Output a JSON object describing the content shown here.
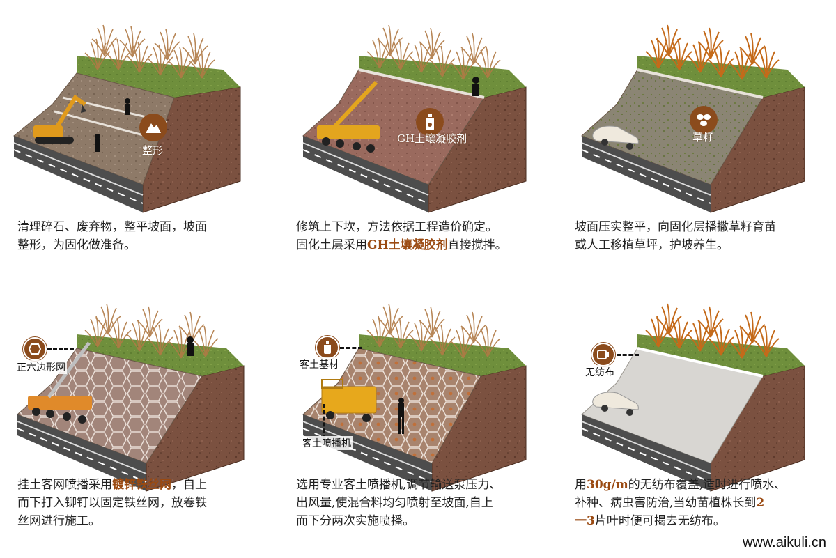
{
  "panels": [
    {
      "badge_label": "整形",
      "badge_icon": "slope-icon",
      "caption_lines": [
        {
          "text": "清理碎石、废弃物，整平坡面，坡面"
        },
        {
          "text": "整形，为固化做准备。"
        }
      ]
    },
    {
      "badge_label": "GH土壤凝胶剂",
      "badge_icon": "bottle-icon",
      "caption_line1": "修筑上下坎，方法依据工程造价确定。",
      "caption_line2_pre": "固化土层采用",
      "caption_line2_hl": "GH土壤凝胶剂",
      "caption_line2_post": "直接搅拌。"
    },
    {
      "badge_label": "草籽",
      "badge_icon": "seed-icon",
      "caption_lines": [
        {
          "text": "坡面压实整平，向固化层播撒草籽育苗"
        },
        {
          "text": "或人工移植草坪，护坡养生。"
        }
      ]
    },
    {
      "side_label": "正六边形网",
      "side_icon": "hexagon-icon",
      "caption_line1_pre": "挂土客网喷播采用",
      "caption_line1_hl": "镀锌铁丝网",
      "caption_line1_post": "，自上",
      "caption_line2": "而下打入铆钉以固定铁丝网，放卷铁",
      "caption_line3": "丝网进行施工。"
    },
    {
      "side_label_top": "客土基材",
      "side_label_bottom": "客土喷播机",
      "side_icon": "bottle-icon",
      "caption_lines": [
        {
          "text": "选用专业客土喷播机,调节输送泵压力、"
        },
        {
          "text": "出风量,使混合料均匀喷射至坡面,自上"
        },
        {
          "text": "而下分两次实施喷播。"
        }
      ]
    },
    {
      "side_label": "无纺布",
      "side_icon": "fabric-roll-icon",
      "caption_line1_pre": "用",
      "caption_line1_hl": "30g/m",
      "caption_line1_post": "的无纺布覆盖,适时进行喷水、",
      "caption_line2_pre": "补种、病虫害防治,当幼苗植株长到",
      "caption_line2_hl": "2",
      "caption_line3_hl": "一3",
      "caption_line3_post": "片叶时便可揭去无纺布。"
    }
  ],
  "watermark": "www.aikuli.cn",
  "colors": {
    "accent": "#9a4a12",
    "badge": "#8b4b1c",
    "soil": "#7a4a35",
    "grass": "#6e8f3a",
    "road": "#555555"
  }
}
